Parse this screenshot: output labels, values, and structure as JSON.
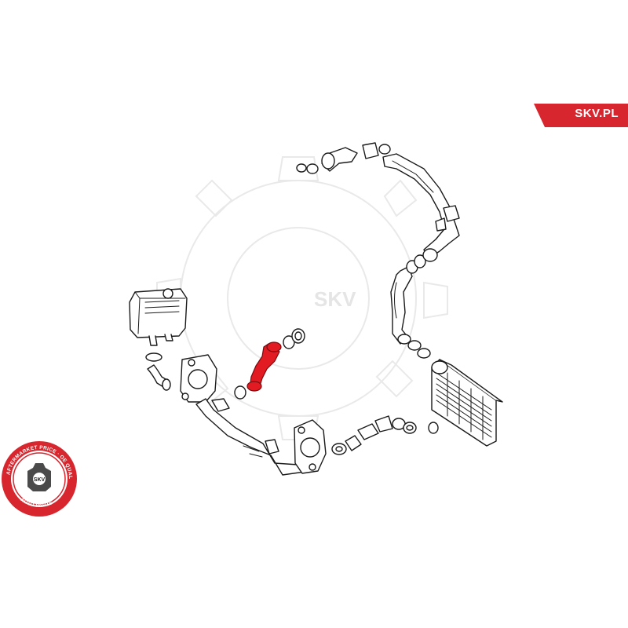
{
  "brand": {
    "label": "SKV.PL",
    "badge_color": "#d7262e",
    "text_color": "#ffffff"
  },
  "seal": {
    "top_arc_text": "AFTERMARKET PRICE · OE QUALITY",
    "bottom_arc_text": "AUTO PARTS",
    "center_text": "SKV",
    "ring_color": "#d7262e"
  },
  "watermark": {
    "text": "SKV",
    "color": "#e9e9e9"
  },
  "diagram": {
    "highlight_color": "#e21b23",
    "line_color": "#1a1a1a"
  }
}
